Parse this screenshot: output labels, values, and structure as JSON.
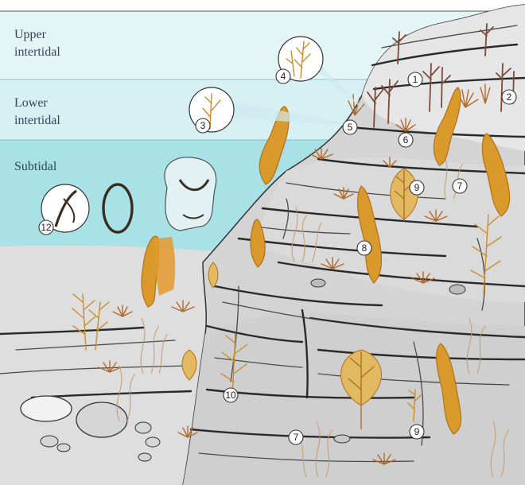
{
  "zones": {
    "upper": "Upper\nintertidal",
    "lower": "Lower\nintertidal",
    "subtidal": "Subtidal"
  },
  "markers": [
    "1",
    "2",
    "3",
    "4",
    "5",
    "6",
    "7",
    "8",
    "9",
    "10",
    "12"
  ],
  "colors": {
    "upper_band": "#e3f5f7",
    "lower_band": "#d6f0f3",
    "subtidal_band": "#a8e1e6",
    "rock": "#d4d4d4",
    "rock_light": "#e4e4e4",
    "seaweed": "#d99a2b"
  }
}
